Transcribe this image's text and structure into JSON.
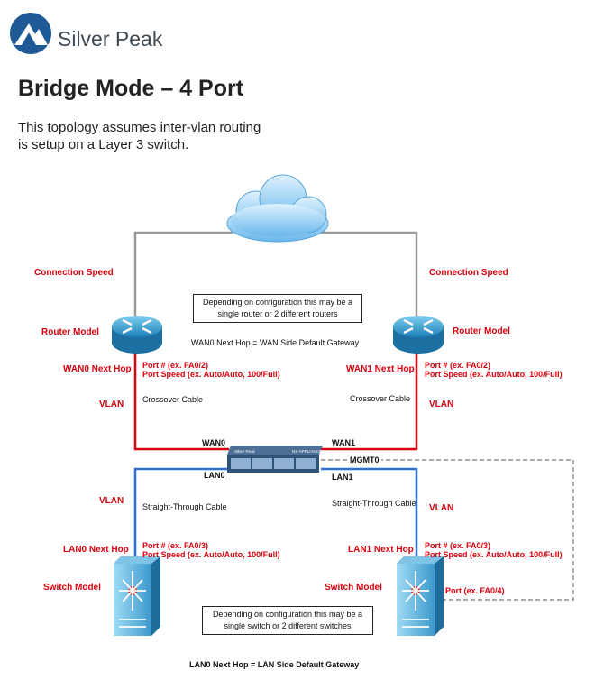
{
  "brand": {
    "name": "Silver Peak"
  },
  "title": "Bridge Mode – 4 Port",
  "intro": {
    "line1": "This topology assumes inter-vlan routing",
    "line2": "is setup on a Layer 3 switch."
  },
  "labels": {
    "conn_speed_left": "Connection Speed",
    "conn_speed_right": "Connection Speed",
    "router_model_left": "Router Model",
    "router_model_right": "Router Model",
    "wan0_next_hop": "WAN0 Next Hop",
    "wan1_next_hop": "WAN1 Next Hop",
    "vlan_left_top": "VLAN",
    "vlan_right_top": "VLAN",
    "vlan_left_bottom": "VLAN",
    "vlan_right_bottom": "VLAN",
    "crossover_left": "Crossover Cable",
    "crossover_right": "Crossover Cable",
    "straight_left": "Straight-Through Cable",
    "straight_right": "Straight-Through Cable",
    "port_left_top": "Port # (ex. FA0/2)",
    "speed_left_top": "Port Speed (ex. Auto/Auto, 100/Full)",
    "port_right_top": "Port # (ex. FA0/2)",
    "speed_right_top": "Port Speed (ex. Auto/Auto, 100/Full)",
    "port_left_bottom": "Port # (ex. FA0/3)",
    "speed_left_bottom": "Port Speed (ex. Auto/Auto, 100/Full)",
    "port_right_bottom": "Port # (ex. FA0/3)",
    "speed_right_bottom": "Port Speed (ex. Auto/Auto, 100/Full)",
    "port_mgmt": "Port (ex. FA0/4)",
    "wan0": "WAN0",
    "wan1": "WAN1",
    "lan0": "LAN0",
    "lan1": "LAN1",
    "mgmt0": "MGMT0",
    "lan0_next_hop": "LAN0 Next Hop",
    "lan1_next_hop": "LAN1 Next Hop",
    "switch_model_left": "Switch Model",
    "switch_model_right": "Switch Model",
    "wan_gateway": "WAN0 Next Hop = WAN Side Default Gateway",
    "lan_gateway": "LAN0 Next Hop = LAN Side Default Gateway"
  },
  "notes": {
    "router_note": "Depending on configuration this may be a single router or 2 different routers",
    "switch_note": "Depending on configuration this may be a single switch or 2 different switches"
  },
  "appliance": {
    "left_text": "Silver Peak",
    "right_text": "NX-APPLIANCE"
  },
  "colors": {
    "wan": "#d9000d",
    "lan": "#2f6fd6",
    "upstream": "#9a9a9a",
    "mgmt": "#777777",
    "label_red": "#d9000d"
  },
  "icons": [
    "silver-peak-logo-icon",
    "cloud-icon",
    "router-icon",
    "appliance-icon",
    "switch-icon"
  ]
}
